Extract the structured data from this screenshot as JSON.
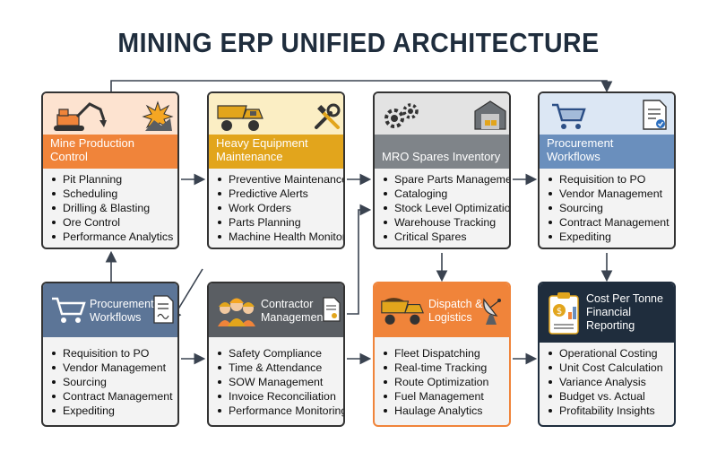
{
  "title": "MINING ERP UNIFIED ARCHITECTURE",
  "colors": {
    "orange": "#f0843a",
    "yellow": "#e2a51c",
    "gray": "#7f8489",
    "blue": "#6a8fbd",
    "slate": "#5c7597",
    "dark_gray": "#5a5e63",
    "dispatch_orange": "#f0843a",
    "navy": "#1f2d3d"
  },
  "modules": [
    {
      "label": "Mine Production Control",
      "icons": [
        "excavator-icon",
        "blast-icon"
      ],
      "items": [
        "Pit Planning",
        "Scheduling",
        "Drilling & Blasting",
        "Ore Control",
        "Performance Analytics"
      ]
    },
    {
      "label": "Heavy Equipment Maintenance",
      "icons": [
        "dump-truck-icon",
        "wrench-icon"
      ],
      "items": [
        "Preventive Maintenance",
        "Predictive Alerts",
        "Work Orders",
        "Parts Planning",
        "Machine Health Monitoring"
      ]
    },
    {
      "label": "MRO Spares Inventory",
      "icons": [
        "gears-icon",
        "warehouse-icon"
      ],
      "items": [
        "Spare Parts Management",
        "Cataloging",
        "Stock Level Optimization",
        "Warehouse Tracking",
        "Critical Spares"
      ]
    },
    {
      "label": "Procurement Workflows",
      "icons": [
        "cart-icon",
        "document-check-icon"
      ],
      "items": [
        "Requisition to PO",
        "Vendor Management",
        "Sourcing",
        "Contract Management",
        "Expediting"
      ]
    },
    {
      "label": "Procurement Workflows",
      "icons": [
        "cart-icon",
        "document-sign-icon"
      ],
      "items": [
        "Requisition to PO",
        "Vendor Management",
        "Sourcing",
        "Contract Management",
        "Expediting"
      ]
    },
    {
      "label": "Contractor Management",
      "icons": [
        "workers-icon",
        "document-icon"
      ],
      "items": [
        "Safety Compliance",
        "Time & Attendance",
        "SOW Management",
        "Invoice Reconciliation",
        "Performance Monitoring"
      ]
    },
    {
      "label": "Dispatch & Logistics",
      "icons": [
        "haul-truck-icon",
        "satellite-dish-icon"
      ],
      "items": [
        "Fleet Dispatching",
        "Real-time Tracking",
        "Route Optimization",
        "Fuel Management",
        "Haulage Analytics"
      ]
    },
    {
      "label": "Cost Per Tonne Financial Reporting",
      "icons": [
        "finance-clipboard-icon"
      ],
      "items": [
        "Operational Costing",
        "Unit Cost Calculation",
        "Variance Analysis",
        "Budget vs. Actual",
        "Profitability Insights"
      ]
    }
  ]
}
